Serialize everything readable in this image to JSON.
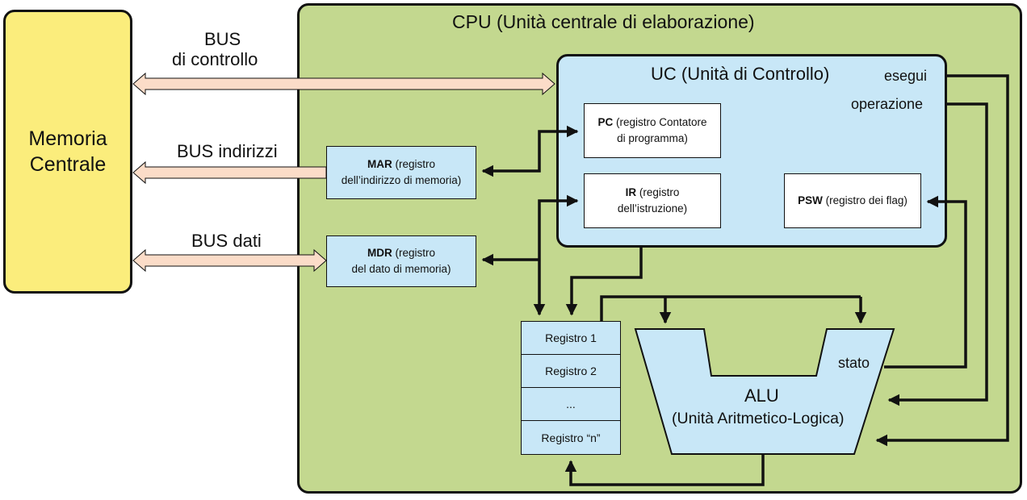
{
  "memory": {
    "line1": "Memoria",
    "line2": "Centrale"
  },
  "cpu": {
    "title": "CPU (Unità centrale di elaborazione)"
  },
  "uc": {
    "title": "UC (Unità di Controllo)",
    "exec_line1": "esegui",
    "exec_line2": "operazione"
  },
  "buses": {
    "control_line1": "BUS",
    "control_line2": "di controllo",
    "address": "BUS indirizzi",
    "data": "BUS dati"
  },
  "registers": {
    "mar": {
      "abbr": "MAR",
      "desc1": "(registro",
      "desc2": "dell’indirizzo di memoria)"
    },
    "mdr": {
      "abbr": "MDR",
      "desc1": "(registro",
      "desc2": "del dato di memoria)"
    },
    "pc": {
      "abbr": "PC",
      "desc1": "(registro Contatore",
      "desc2": "di programma)"
    },
    "ir": {
      "abbr": "IR",
      "desc1": "(registro",
      "desc2": "dell’istruzione)"
    },
    "psw": {
      "abbr": "PSW",
      "desc1": "(registro dei flag)"
    }
  },
  "register_file": [
    "Registro 1",
    "Registro 2",
    "...",
    "Registro “n”"
  ],
  "alu": {
    "line1": "ALU",
    "line2": "(Unità Aritmetico-Logica)",
    "status": "stato"
  },
  "colors": {
    "memory_fill": "#fbed7c",
    "cpu_fill": "#c3d88f",
    "uc_fill": "#c8e7f7",
    "bus_fill": "#fbdcc8"
  }
}
